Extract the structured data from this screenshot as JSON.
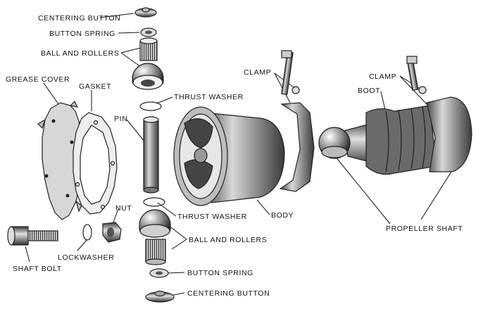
{
  "labels": {
    "centering_button_top": "CENTERING BUTTON",
    "button_spring_top": "BUTTON SPRING",
    "ball_and_rollers_top": "BALL AND ROLLERS",
    "grease_cover": "GREASE COVER",
    "gasket": "GASKET",
    "thrust_washer_top": "THRUST WASHER",
    "pin": "PIN",
    "clamp_left": "CLAMP",
    "clamp_right": "CLAMP",
    "boot": "BOOT",
    "nut": "NUT",
    "thrust_washer_bottom": "THRUST WASHER",
    "body": "BODY",
    "propeller_shaft": "PROPELLER SHAFT",
    "lockwasher": "LOCKWASHER",
    "ball_and_rollers_bottom": "BALL AND ROLLERS",
    "shaft_bolt": "SHAFT BOLT",
    "button_spring_bottom": "BUTTON SPRING",
    "centering_button_bottom": "CENTERING BUTTON"
  }
}
